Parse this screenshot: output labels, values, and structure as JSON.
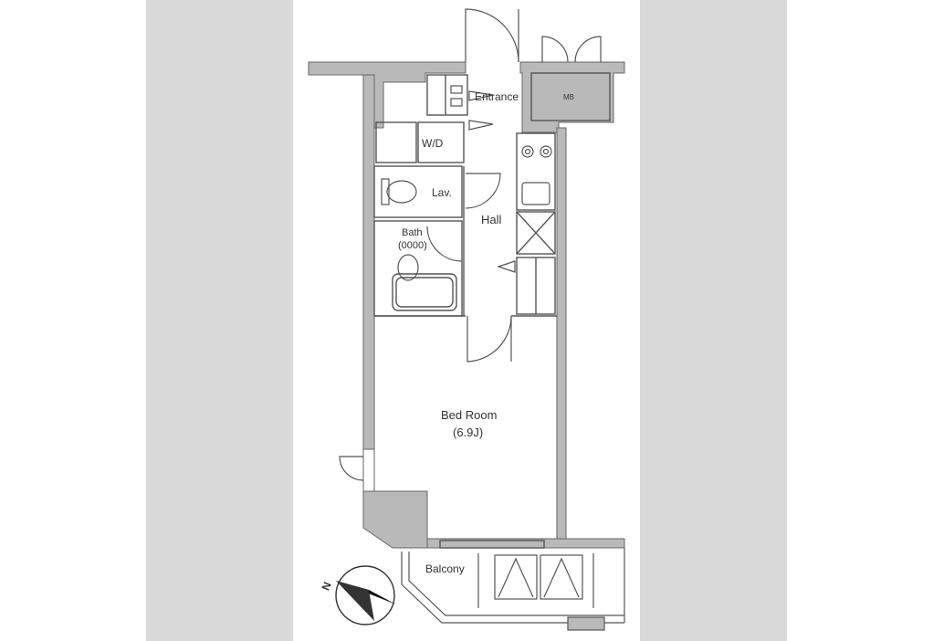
{
  "labels": {
    "entrance": "Entrance",
    "mb": "MB",
    "wd": "W/D",
    "lav": "Lav.",
    "hall": "Hall",
    "bath": "Bath",
    "bath_size": "(0000)",
    "bedroom": "Bed Room",
    "bedroom_size": "(6.9J)",
    "balcony": "Balcony",
    "north": "N"
  },
  "colors": {
    "wall_fill": "#b9b9b9",
    "line": "#555555",
    "side_panel": "#d9d9d9"
  }
}
